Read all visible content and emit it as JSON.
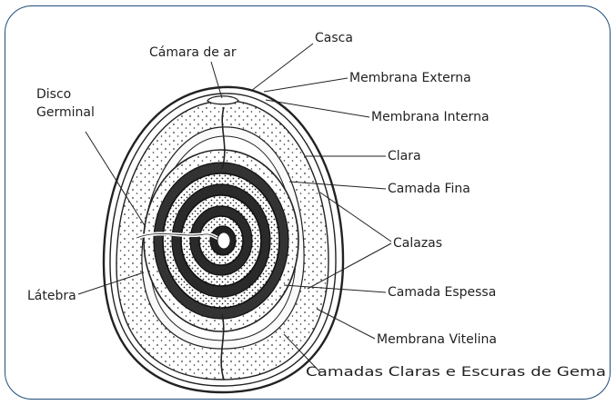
{
  "colors": {
    "frame": "#1f4e79",
    "ink": "#222222",
    "background": "#ffffff"
  },
  "labels": {
    "camara_de_ar": "Cámara de ar",
    "casca": "Casca",
    "membrana_externa": "Membrana Externa",
    "membrana_interna": "Membrana Interna",
    "disco": "Disco",
    "germinal": "Germinal",
    "clara": "Clara",
    "camada_fina": "Camada Fina",
    "calazas": "Calazas",
    "latebra": "Látebra",
    "camada_espessa": "Camada Espessa",
    "membrana_vitelina": "Membrana Vitelina",
    "camadas_gema": "Camadas Claras e Escuras de Gema"
  }
}
